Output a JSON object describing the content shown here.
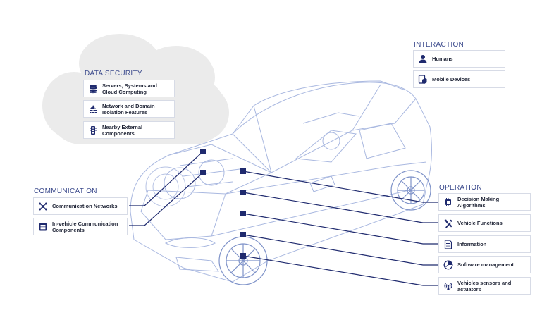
{
  "colors": {
    "accent": "#1f2a6e",
    "heading": "#3b4a8c",
    "car_line": "#8fa3d6",
    "cloud": "#ebebeb"
  },
  "data_security": {
    "heading": "DATA SECURITY",
    "items": [
      {
        "label": "Servers, Systems and Cloud Computing",
        "icon": "database-icon"
      },
      {
        "label": "Network and Domain Isolation Features",
        "icon": "firewall-icon"
      },
      {
        "label": "Nearby External Components",
        "icon": "traffic-light-icon"
      }
    ]
  },
  "interaction": {
    "heading": "INTERACTION",
    "items": [
      {
        "label": "Humans",
        "icon": "person-icon"
      },
      {
        "label": "Mobile Devices",
        "icon": "mobile-device-icon"
      }
    ]
  },
  "communication": {
    "heading": "COMMUNICATION",
    "items": [
      {
        "label": "Communication Networks",
        "icon": "network-icon"
      },
      {
        "label": "In-vehicle Communication Components",
        "icon": "component-icon"
      }
    ]
  },
  "operation": {
    "heading": "OPERATION",
    "items": [
      {
        "label": "Decision Making Algorithms",
        "icon": "chip-icon"
      },
      {
        "label": "Vehicle Functions",
        "icon": "tools-icon"
      },
      {
        "label": "Information",
        "icon": "document-icon"
      },
      {
        "label": "Software management",
        "icon": "gauge-icon"
      },
      {
        "label": "Vehicles sensors and actuators",
        "icon": "antenna-icon"
      }
    ]
  }
}
